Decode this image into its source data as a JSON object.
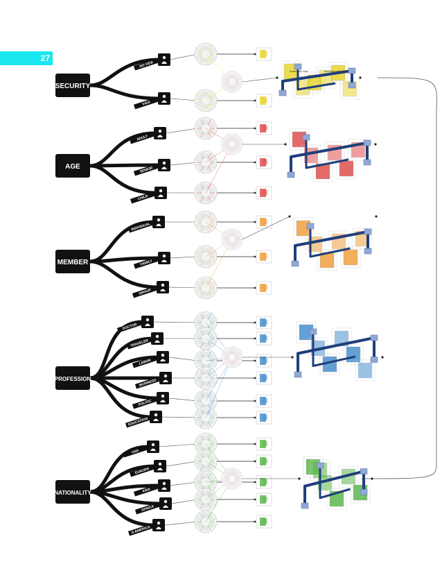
{
  "page": {
    "number": "27",
    "accent_color": "#19e7ef"
  },
  "categories": [
    {
      "key": "security",
      "label": "SECURITY",
      "color": "#e8d630",
      "options": [
        {
          "label": "NO VISA",
          "icon": "no-visa-icon"
        },
        {
          "label": "VISA",
          "icon": "visa-card-icon"
        }
      ],
      "annotations": [
        "Automatic Visa",
        "No Automatic Visa"
      ]
    },
    {
      "key": "age",
      "label": "AGE",
      "color": "#e05050",
      "options": [
        {
          "label": "ADULT",
          "icon": "adult-couple-icon"
        },
        {
          "label": "SENIOR",
          "icon": "senior-couple-icon"
        },
        {
          "label": "CHILD",
          "icon": "child-icon"
        }
      ]
    },
    {
      "key": "member",
      "label": "MEMBER",
      "color": "#f0a040",
      "options": [
        {
          "label": "INDIVIDUAL",
          "icon": "individual-icon"
        },
        {
          "label": "FAMILY",
          "icon": "family-icon"
        },
        {
          "label": "GROUP",
          "icon": "group-icon"
        }
      ]
    },
    {
      "key": "profession",
      "label": "PROFESSION",
      "color": "#4a90d0",
      "options": [
        {
          "label": "DOCTOR",
          "icon": "doctor-icon"
        },
        {
          "label": "TRAVELER",
          "icon": "traveler-icon"
        },
        {
          "label": "LABOR",
          "icon": "labor-icon"
        },
        {
          "label": "BUSINESS",
          "icon": "business-icon"
        },
        {
          "label": "POLITIC",
          "icon": "politic-icon"
        },
        {
          "label": "EDUCATION",
          "icon": "education-icon"
        }
      ]
    },
    {
      "key": "nationality",
      "label": "NATIONALITY",
      "color": "#5cb84c",
      "options": [
        {
          "label": "USA",
          "icon": "usa-map-icon"
        },
        {
          "label": "EUROPE",
          "icon": "europe-map-icon"
        },
        {
          "label": "ASIA",
          "icon": "asia-map-icon"
        },
        {
          "label": "AFRICA",
          "icon": "africa-map-icon"
        },
        {
          "label": "S.AMERICA",
          "icon": "south-america-map-icon"
        }
      ]
    }
  ],
  "colors": {
    "box": "#111111",
    "link": "#3a3a3a",
    "path": "#1f3f7a",
    "node": "#8fa8d8"
  }
}
